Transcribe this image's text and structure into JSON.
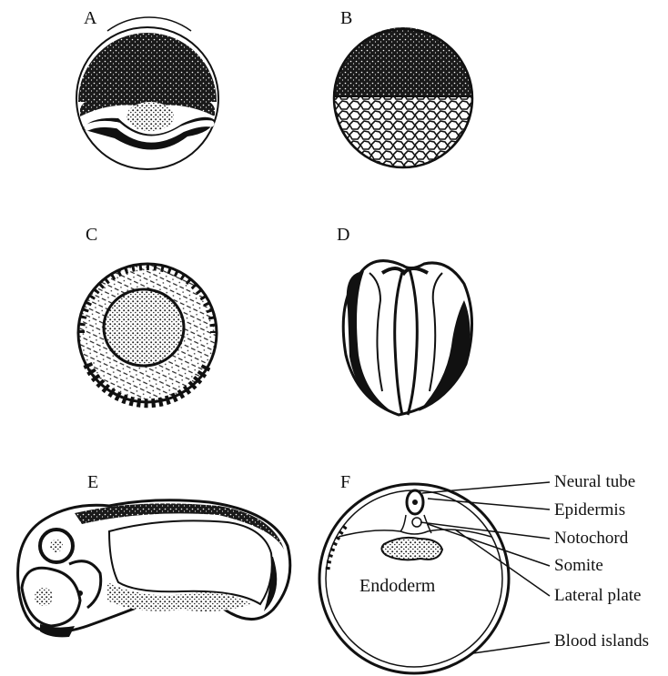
{
  "panels": {
    "a": "A",
    "b": "B",
    "c": "C",
    "d": "D",
    "e": "E",
    "f": "F"
  },
  "labels": {
    "neural_tube": "Neural tube",
    "epidermis": "Epidermis",
    "notochord": "Notochord",
    "somite": "Somite",
    "lateral_plate": "Lateral plate",
    "blood_islands": "Blood islands",
    "endoderm": "Endoderm"
  },
  "colors": {
    "ink": "#111111",
    "paper": "#ffffff"
  }
}
